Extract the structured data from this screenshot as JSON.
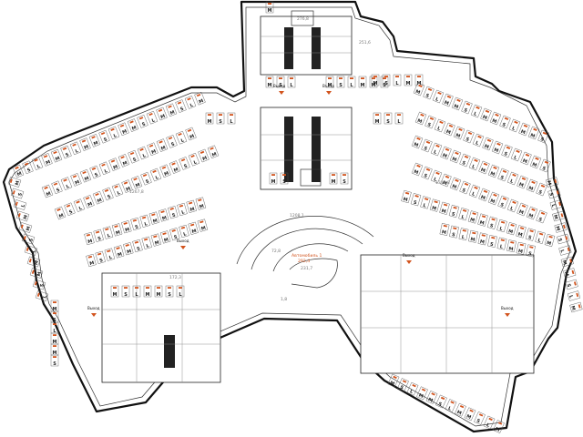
{
  "map": {
    "ramp_label_line1": "Автомобиль 1",
    "ramp_label_line2": "292,4",
    "ramp_area": "231,7",
    "left_corridor_area": "1267,8",
    "right_corridor_area": "1310,8",
    "bottom_left_area": "172,3",
    "center_area": "72,8",
    "ramp_upper_area": "1208,1",
    "top_area": "276,8",
    "top_right_area": "251,6",
    "small_area": "1,8",
    "exit_labels": [
      "Выезд",
      "Въезд",
      "Выход",
      "Выход",
      "Выход",
      "Выход"
    ],
    "space_letters": [
      "M",
      "S",
      "L",
      "M"
    ]
  },
  "colors": {
    "wall": "#111111",
    "number": "#d2541e",
    "text": "#222222",
    "area_text": "#777777"
  },
  "icons": [
    "exit-arrow-icon",
    "parking-space-icon",
    "column-icon"
  ]
}
